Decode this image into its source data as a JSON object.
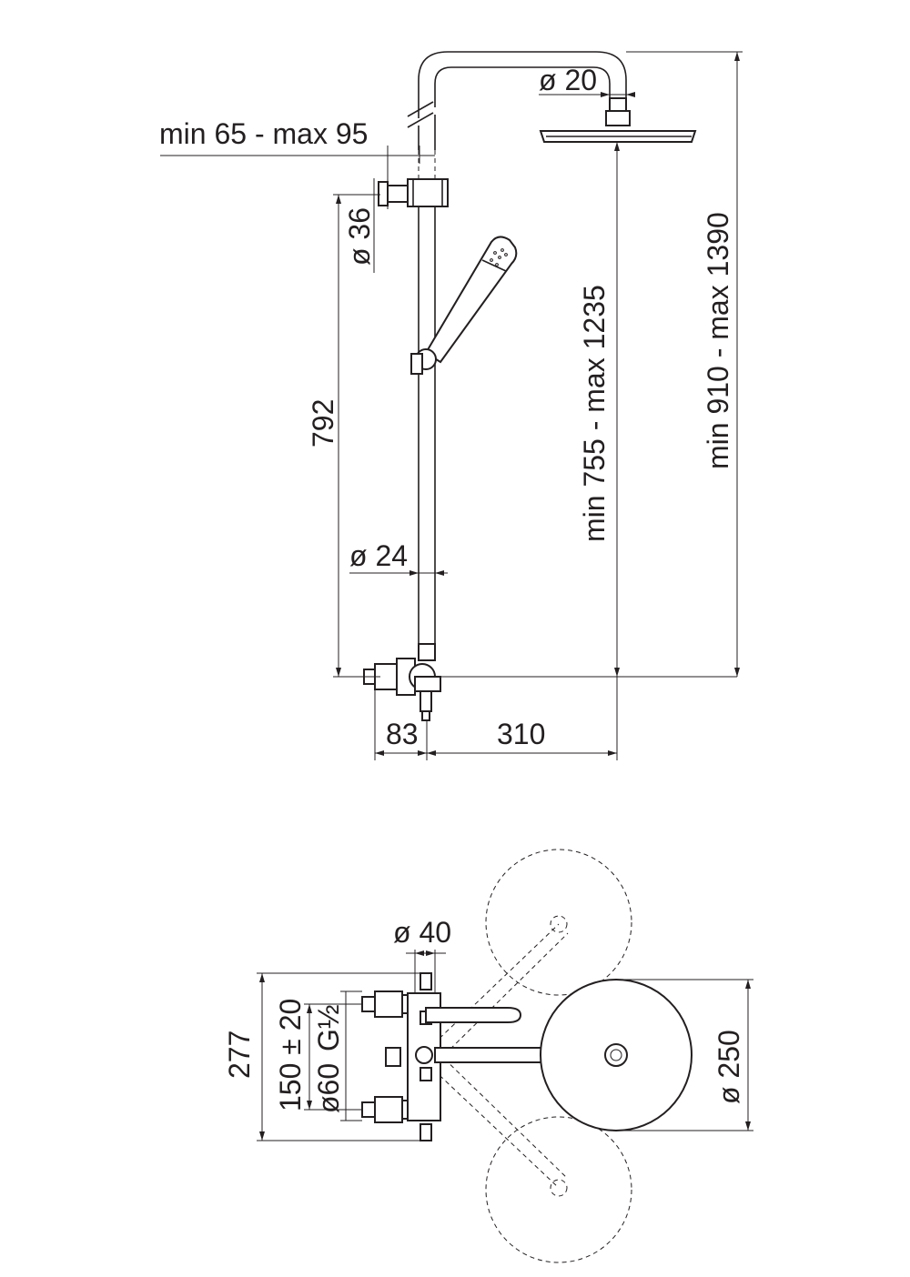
{
  "elevation": {
    "dim_wall_distance": "min 65 - max 95",
    "dim_head_connector": "ø 20",
    "dim_wall_bracket": "ø 36",
    "dim_bar_length": "792",
    "dim_bar_diameter": "ø 24",
    "dim_head_height": "min 755 - max 1235",
    "dim_total_height": "min 910 - max 1390",
    "dim_mixer_depth": "83",
    "dim_arm_reach": "310"
  },
  "plan": {
    "dim_bar_diameter": "ø 40",
    "dim_overall_width": "277",
    "dim_inlet_spacing": "150 ± 20",
    "dim_inlet_thread": "G½",
    "dim_escutcheon": "ø60",
    "dim_head_diameter": "ø 250"
  }
}
